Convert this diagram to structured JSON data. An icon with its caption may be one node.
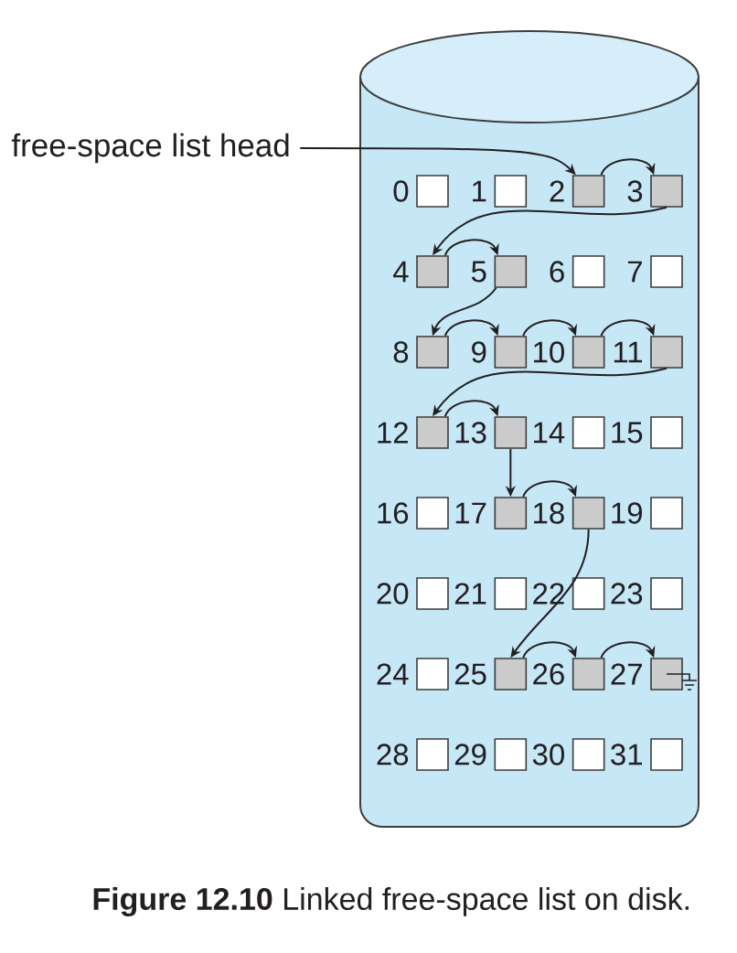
{
  "diagram": {
    "caption": "**Figure 12.10** Linked free-space list on disk.",
    "nodes": [
      {
        "text": [],
        "shape": "cylinder"
      },
      {
        "text": [
          "free-space list head"
        ]
      },
      {
        "text": [
          "0"
        ],
        "in": 0
      },
      {
        "text": [
          "1"
        ],
        "in": 0
      },
      {
        "text": [
          "2"
        ],
        "in": 0
      },
      {
        "text": [
          "3"
        ],
        "in": 0
      },
      {
        "text": [
          "4"
        ],
        "in": 0
      },
      {
        "text": [
          "5"
        ],
        "in": 0
      },
      {
        "text": [
          "6"
        ],
        "in": 0
      },
      {
        "text": [
          "7"
        ],
        "in": 0
      },
      {
        "text": [
          "8"
        ],
        "in": 0
      },
      {
        "text": [
          "9"
        ],
        "in": 0
      },
      {
        "text": [
          "10"
        ],
        "in": 0
      },
      {
        "text": [
          "11"
        ],
        "in": 0
      },
      {
        "text": [
          "12"
        ],
        "in": 0
      },
      {
        "text": [
          "13"
        ],
        "in": 0
      },
      {
        "text": [
          "14"
        ],
        "in": 0
      },
      {
        "text": [
          "15"
        ],
        "in": 0
      },
      {
        "text": [
          "16"
        ],
        "in": 0
      },
      {
        "text": [
          "17"
        ],
        "in": 0
      },
      {
        "text": [
          "18"
        ],
        "in": 0
      },
      {
        "text": [
          "19"
        ],
        "in": 0
      },
      {
        "text": [
          "20"
        ],
        "in": 0
      },
      {
        "text": [
          "21"
        ],
        "in": 0
      },
      {
        "text": [
          "22"
        ],
        "in": 0
      },
      {
        "text": [
          "23"
        ],
        "in": 0
      },
      {
        "text": [
          "24"
        ],
        "in": 0
      },
      {
        "text": [
          "25"
        ],
        "in": 0
      },
      {
        "text": [
          "26"
        ],
        "in": 0
      },
      {
        "text": [
          "27"
        ],
        "in": 0
      },
      {
        "text": [
          "28"
        ],
        "in": 0
      },
      {
        "text": [
          "29"
        ],
        "in": 0
      },
      {
        "text": [
          "30"
        ],
        "in": 0
      },
      {
        "text": [
          "31"
        ],
        "in": 0
      }
    ],
    "edges": [
      {
        "from": 1,
        "to": 4,
        "arrow": "to"
      },
      {
        "from": 4,
        "to": 5,
        "arrow": "to"
      },
      {
        "from": 5,
        "to": 6,
        "arrow": "to"
      },
      {
        "from": 6,
        "to": 7,
        "arrow": "to"
      },
      {
        "from": 7,
        "to": 10,
        "arrow": "to"
      },
      {
        "from": 10,
        "to": 11,
        "arrow": "to"
      },
      {
        "from": 11,
        "to": 12,
        "arrow": "to"
      },
      {
        "from": 12,
        "to": 13,
        "arrow": "to"
      },
      {
        "from": 13,
        "to": 14,
        "arrow": "to"
      },
      {
        "from": 14,
        "to": 15,
        "arrow": "to"
      },
      {
        "from": 15,
        "to": 19,
        "arrow": "to"
      },
      {
        "from": 19,
        "to": 20,
        "arrow": "to"
      },
      {
        "from": 20,
        "to": 27,
        "arrow": "to"
      },
      {
        "from": 27,
        "to": 28,
        "arrow": "to"
      },
      {
        "from": 28,
        "to": 29,
        "arrow": "to"
      }
    ]
  }
}
